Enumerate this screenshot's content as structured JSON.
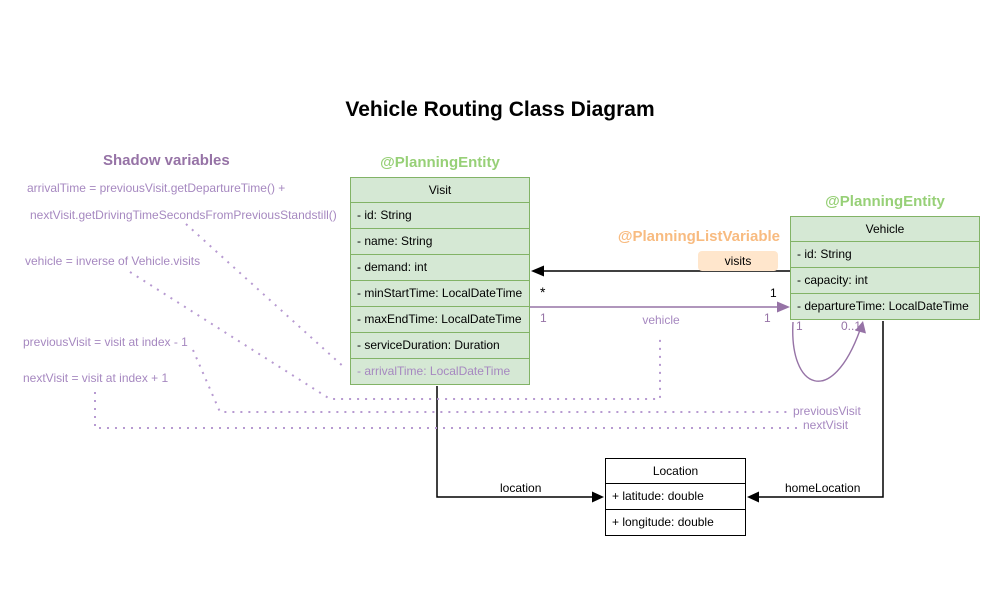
{
  "title": "Vehicle Routing Class Diagram",
  "shadow_panel": {
    "title": "Shadow variables",
    "lines": [
      "arrivalTime = previousVisit.getDepartureTime() +",
      "nextVisit.getDrivingTimeSecondsFromPreviousStandstill()",
      "vehicle = inverse of Vehicle.visits",
      "previousVisit = visit at index - 1",
      "nextVisit = visit at index + 1"
    ]
  },
  "classes": {
    "visit": {
      "annotation": "@PlanningEntity",
      "name": "Visit",
      "attributes": [
        "- id: String",
        "- name: String",
        "- demand: int",
        "- minStartTime: LocalDateTime",
        "- maxEndTime: LocalDateTime",
        "- serviceDuration: Duration"
      ],
      "shadow_attribute": "- arrivalTime: LocalDateTime"
    },
    "vehicle": {
      "annotation": "@PlanningEntity",
      "name": "Vehicle",
      "attributes": [
        "- id: String",
        "- capacity: int",
        "- departureTime: LocalDateTime"
      ]
    },
    "location": {
      "name": "Location",
      "attributes": [
        "+ latitude: double",
        "+ longitude: double"
      ]
    }
  },
  "associations": {
    "visits": {
      "annotation": "@PlanningListVariable",
      "label": "visits",
      "visit_end": "*",
      "vehicle_end": "1"
    },
    "vehicle_ref": {
      "label": "vehicle",
      "visit_end": "1",
      "vehicle_end": "1"
    },
    "previous_next": {
      "loop_source": "1",
      "loop_target": "0..1",
      "previous_label": "previousVisit",
      "next_label": "nextVisit"
    },
    "location_ref": {
      "label": "location"
    },
    "home_location_ref": {
      "label": "homeLocation"
    }
  },
  "colors": {
    "class_fill_green": "#d5e8d4",
    "class_border_green": "#82b366",
    "annotation_green": "#97d077",
    "annotation_orange": "#f8bb80",
    "badge_orange_bg": "#ffe6cc",
    "purple_dark": "#9673a6",
    "purple_light": "#a688c0",
    "dotted_purple": "#b79ad1",
    "line_black": "#000000"
  }
}
